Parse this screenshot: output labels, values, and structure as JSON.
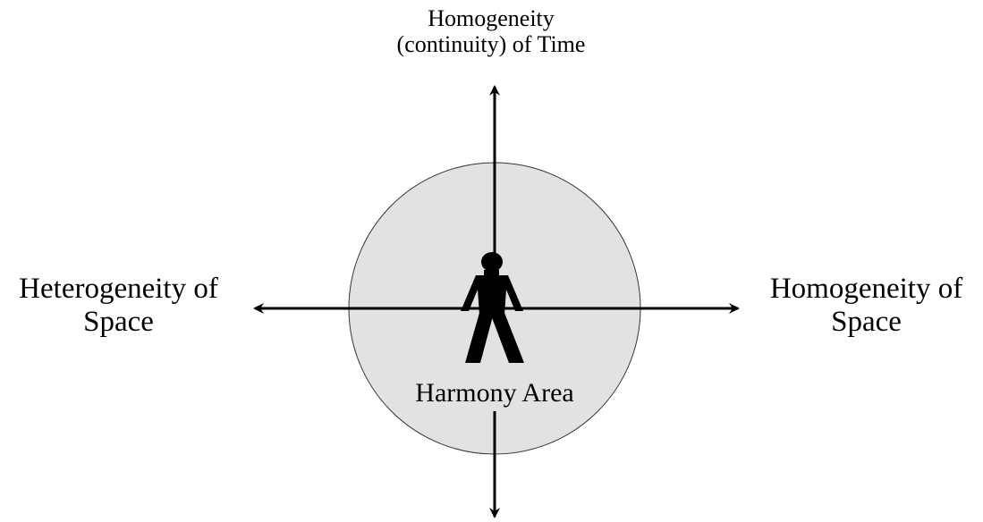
{
  "labels": {
    "top_line1": "Homogeneity",
    "top_line2": "(continuity) of Time",
    "left_line1": "Heterogeneity of",
    "left_line2": "Space",
    "right_line1": "Homogeneity of",
    "right_line2": "Space",
    "center": "Harmony Area"
  },
  "colors": {
    "circle_fill": "#e2e2e2",
    "stroke": "#000000",
    "background": "#ffffff"
  },
  "icons": {
    "figure": "human-figure-icon"
  }
}
